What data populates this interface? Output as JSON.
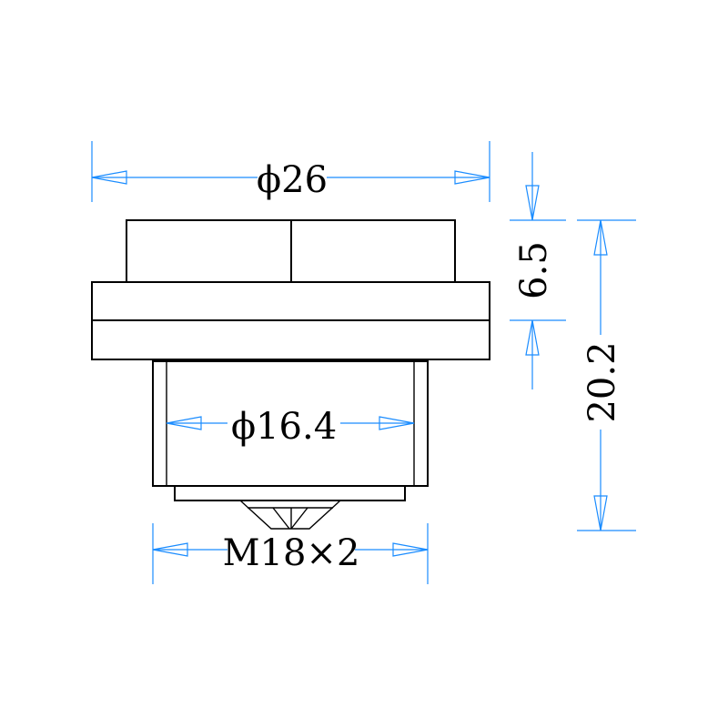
{
  "drawing": {
    "dimensions": {
      "outer_diameter": "ϕ26",
      "inner_diameter": "ϕ16.4",
      "thread": "M18×2",
      "head_height": "6.5",
      "total_height": "20.2"
    },
    "colors": {
      "outline": "#000000",
      "dimension_line": "#1a8cff",
      "background": "#ffffff"
    }
  }
}
